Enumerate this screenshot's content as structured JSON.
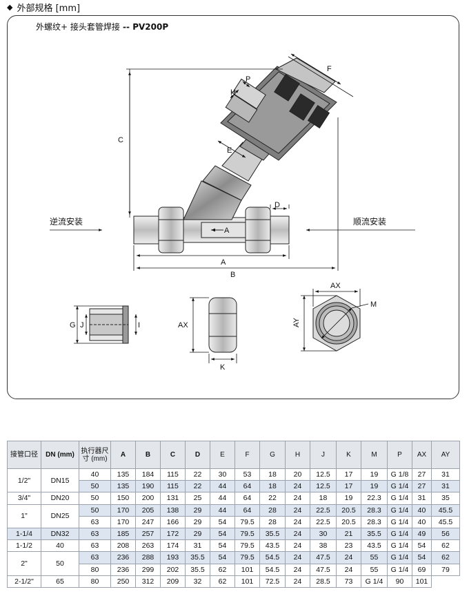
{
  "header": {
    "bullet": "◆",
    "title": "外部规格 [mm]"
  },
  "drawing": {
    "title_prefix": "外螺纹+ 接头套管焊接",
    "title_sep": " -- ",
    "title_model": "PV200P",
    "left_label": "逆流安装",
    "right_label": "顺流安装",
    "dims": {
      "A": "A",
      "B": "B",
      "C": "C",
      "D": "D",
      "E": "E",
      "F": "F",
      "H": "H",
      "P": "P",
      "G": "G",
      "J": "J",
      "I": "I",
      "AX": "AX",
      "K": "K",
      "AY": "AY",
      "M": "M",
      "flow": "A"
    }
  },
  "table": {
    "headers": [
      "接管口径",
      "DN (mm)",
      "执行器尺寸 (mm)",
      "A",
      "B",
      "C",
      "D",
      "E",
      "F",
      "G",
      "H",
      "J",
      "K",
      "M",
      "P",
      "AX",
      "AY"
    ],
    "rows": [
      [
        "1/2\"",
        "DN15",
        "40",
        "135",
        "184",
        "115",
        "22",
        "30",
        "53",
        "18",
        "20",
        "12.5",
        "17",
        "19",
        "G 1/8",
        "27",
        "31"
      ],
      [
        "",
        "",
        "50",
        "135",
        "190",
        "115",
        "22",
        "44",
        "64",
        "18",
        "24",
        "12.5",
        "17",
        "19",
        "G 1/4",
        "27",
        "31"
      ],
      [
        "3/4\"",
        "DN20",
        "50",
        "150",
        "200",
        "131",
        "25",
        "44",
        "64",
        "22",
        "24",
        "18",
        "19",
        "22.3",
        "G 1/4",
        "31",
        "35"
      ],
      [
        "1\"",
        "DN25",
        "50",
        "170",
        "205",
        "138",
        "29",
        "44",
        "64",
        "28",
        "24",
        "22.5",
        "20.5",
        "28.3",
        "G 1/4",
        "40",
        "45.5"
      ],
      [
        "",
        "",
        "63",
        "170",
        "247",
        "166",
        "29",
        "54",
        "79.5",
        "28",
        "24",
        "22.5",
        "20.5",
        "28.3",
        "G 1/4",
        "40",
        "45.5"
      ],
      [
        "1-1/4",
        "DN32",
        "63",
        "185",
        "257",
        "172",
        "29",
        "54",
        "79.5",
        "35.5",
        "24",
        "30",
        "21",
        "35.5",
        "G 1/4",
        "49",
        "56"
      ],
      [
        "1-1/2",
        "40",
        "63",
        "208",
        "263",
        "174",
        "31",
        "54",
        "79.5",
        "43.5",
        "24",
        "38",
        "23",
        "43.5",
        "G 1/4",
        "54",
        "62"
      ],
      [
        "2\"",
        "50",
        "63",
        "236",
        "288",
        "193",
        "35.5",
        "54",
        "79.5",
        "54.5",
        "24",
        "47.5",
        "24",
        "55",
        "G 1/4",
        "54",
        "62"
      ],
      [
        "",
        "",
        "80",
        "236",
        "299",
        "202",
        "35.5",
        "62",
        "101",
        "54.5",
        "24",
        "47.5",
        "24",
        "55",
        "G 1/4",
        "69",
        "79"
      ],
      [
        "2-1/2\"",
        "65",
        "80",
        "250",
        "312",
        "209",
        "32",
        "62",
        "101",
        "72.5",
        "24",
        "28.5",
        "73",
        "G 1/4",
        "90",
        "101"
      ]
    ]
  }
}
